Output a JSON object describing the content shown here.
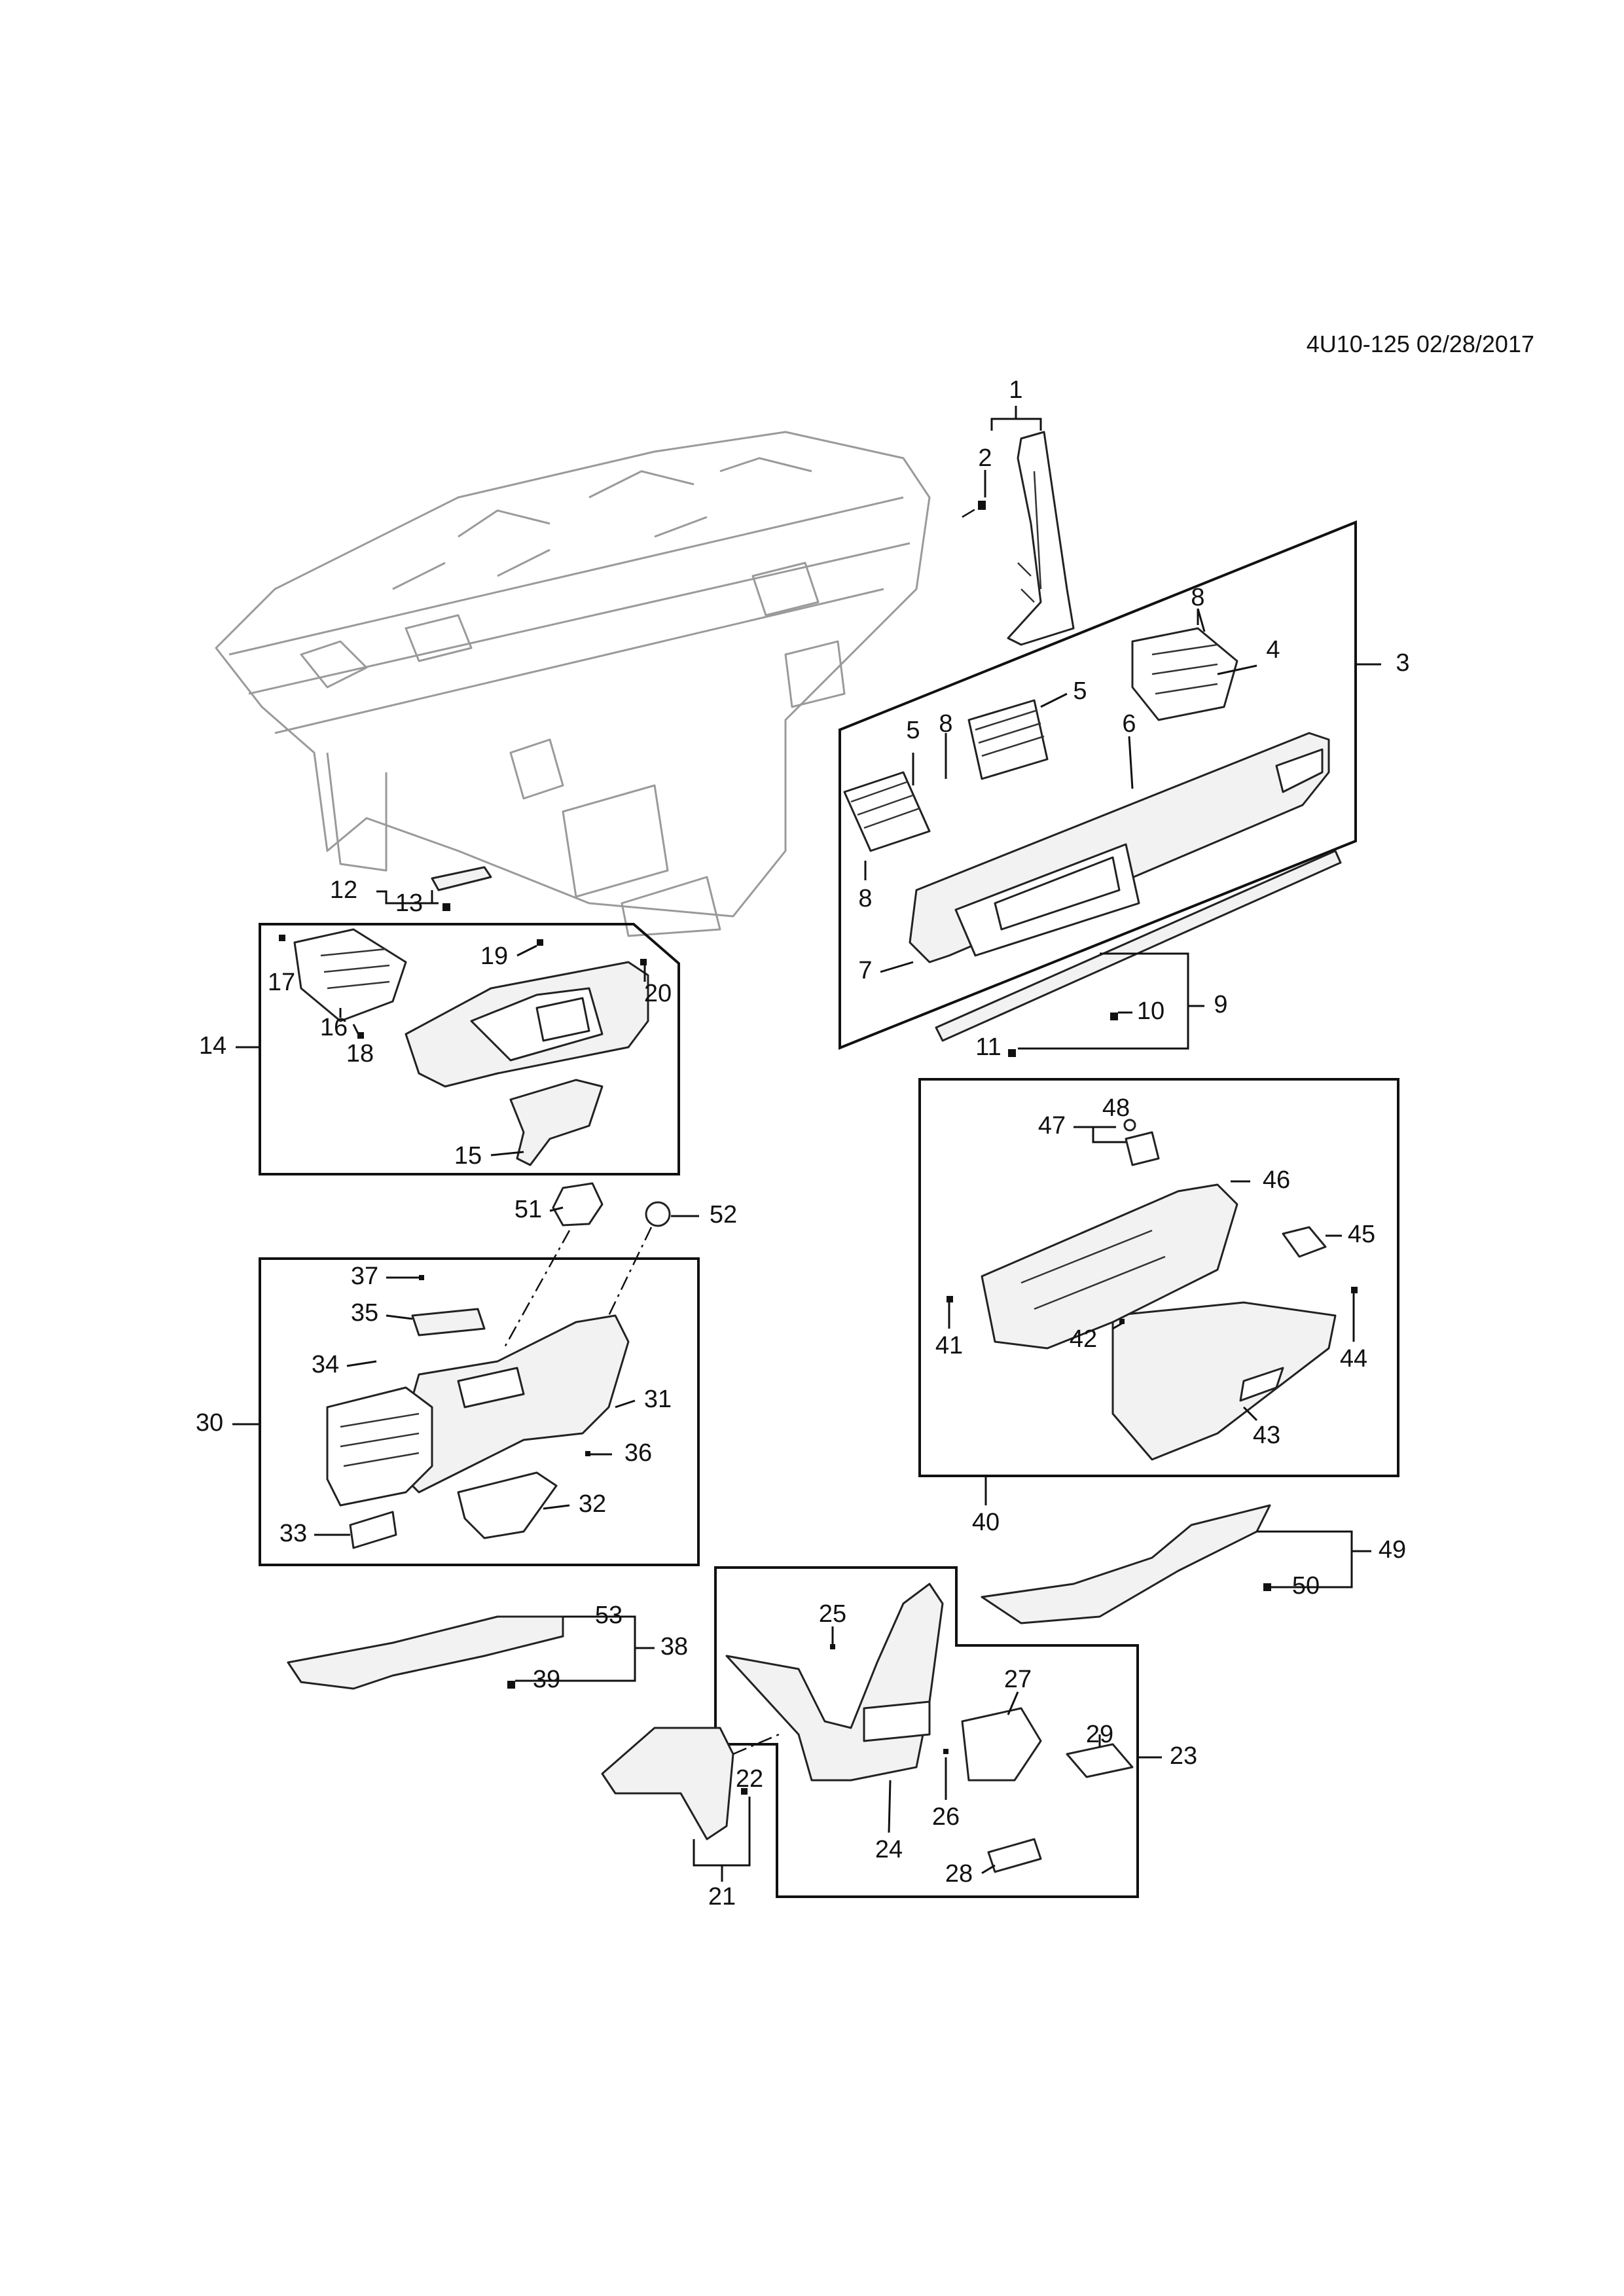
{
  "document_ref": "4U10-125 02/28/2017",
  "callouts": [
    "1",
    "2",
    "3",
    "4",
    "5",
    "5",
    "6",
    "7",
    "8",
    "8",
    "8",
    "9",
    "10",
    "11",
    "12",
    "13",
    "14",
    "15",
    "16",
    "17",
    "18",
    "19",
    "20",
    "21",
    "22",
    "23",
    "24",
    "25",
    "26",
    "27",
    "28",
    "29",
    "30",
    "31",
    "32",
    "33",
    "34",
    "35",
    "36",
    "37",
    "38",
    "39",
    "40",
    "41",
    "42",
    "43",
    "44",
    "45",
    "46",
    "47",
    "48",
    "49",
    "50",
    "51",
    "52",
    "53"
  ]
}
